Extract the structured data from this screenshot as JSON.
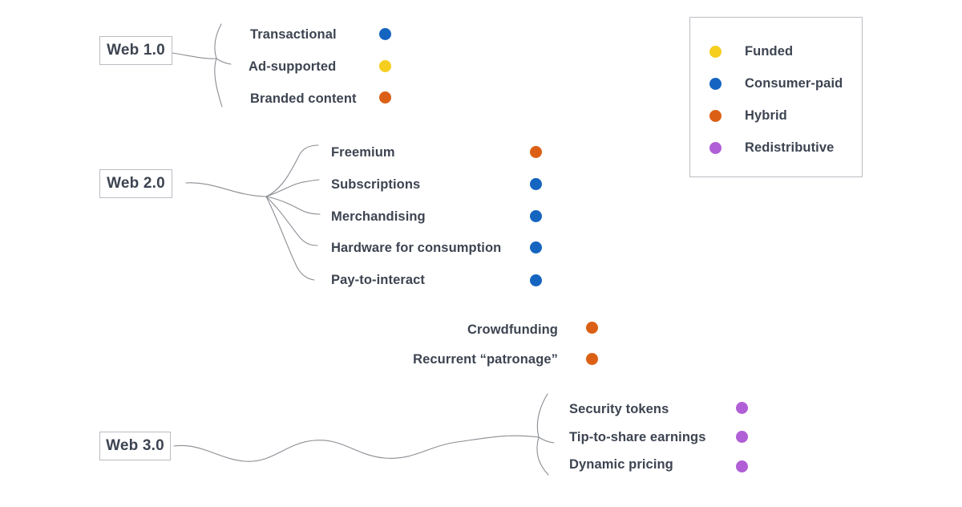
{
  "diagram": {
    "title_present": false,
    "background_color": "#ffffff",
    "text_color": "#3d4451",
    "line_color": "#8a8d93",
    "box_border_color": "#b9bcc2",
    "palette": {
      "funded": "#F5CE1E",
      "consumer_paid": "#1565C0",
      "hybrid": "#DB6015",
      "redistributive": "#B05FD6"
    },
    "branches": [
      {
        "node": "Web 1.0",
        "items": [
          {
            "label": "Transactional",
            "category": "consumer_paid",
            "color": "#1565C0"
          },
          {
            "label": "Ad-supported",
            "category": "funded",
            "color": "#F5CE1E"
          },
          {
            "label": "Branded content",
            "category": "hybrid",
            "color": "#DB6015"
          }
        ]
      },
      {
        "node": "Web 2.0",
        "items": [
          {
            "label": "Freemium",
            "category": "hybrid",
            "color": "#DB6015"
          },
          {
            "label": "Subscriptions",
            "category": "consumer_paid",
            "color": "#1565C0"
          },
          {
            "label": "Merchandising",
            "category": "consumer_paid",
            "color": "#1565C0"
          },
          {
            "label": "Hardware for consumption",
            "category": "consumer_paid",
            "color": "#1565C0"
          },
          {
            "label": "Pay-to-interact",
            "category": "consumer_paid",
            "color": "#1565C0"
          }
        ]
      },
      {
        "node": null,
        "items": [
          {
            "label": "Crowdfunding",
            "category": "hybrid",
            "color": "#DB6015"
          },
          {
            "label": "Recurrent “patronage”",
            "category": "hybrid",
            "color": "#DB6015"
          }
        ]
      },
      {
        "node": "Web 3.0",
        "items": [
          {
            "label": "Security tokens",
            "category": "redistributive",
            "color": "#B05FD6"
          },
          {
            "label": "Tip-to-share earnings",
            "category": "redistributive",
            "color": "#B05FD6"
          },
          {
            "label": "Dynamic pricing",
            "category": "redistributive",
            "color": "#B05FD6"
          }
        ]
      }
    ],
    "legend": {
      "items": [
        {
          "label": "Funded",
          "color": "#F5CE1E"
        },
        {
          "label": "Consumer-paid",
          "color": "#1565C0"
        },
        {
          "label": "Hybrid",
          "color": "#DB6015"
        },
        {
          "label": "Redistributive",
          "color": "#B05FD6"
        }
      ]
    }
  }
}
